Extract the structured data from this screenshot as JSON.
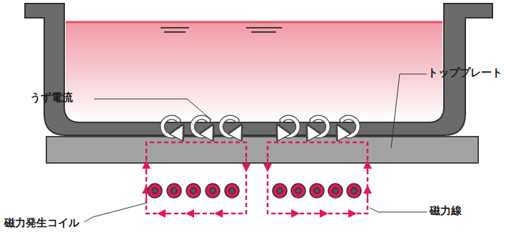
{
  "diagram": {
    "labels": [
      "うず電流",
      "トッププレート",
      "磁力発生コイル",
      "磁力線"
    ]
  }
}
